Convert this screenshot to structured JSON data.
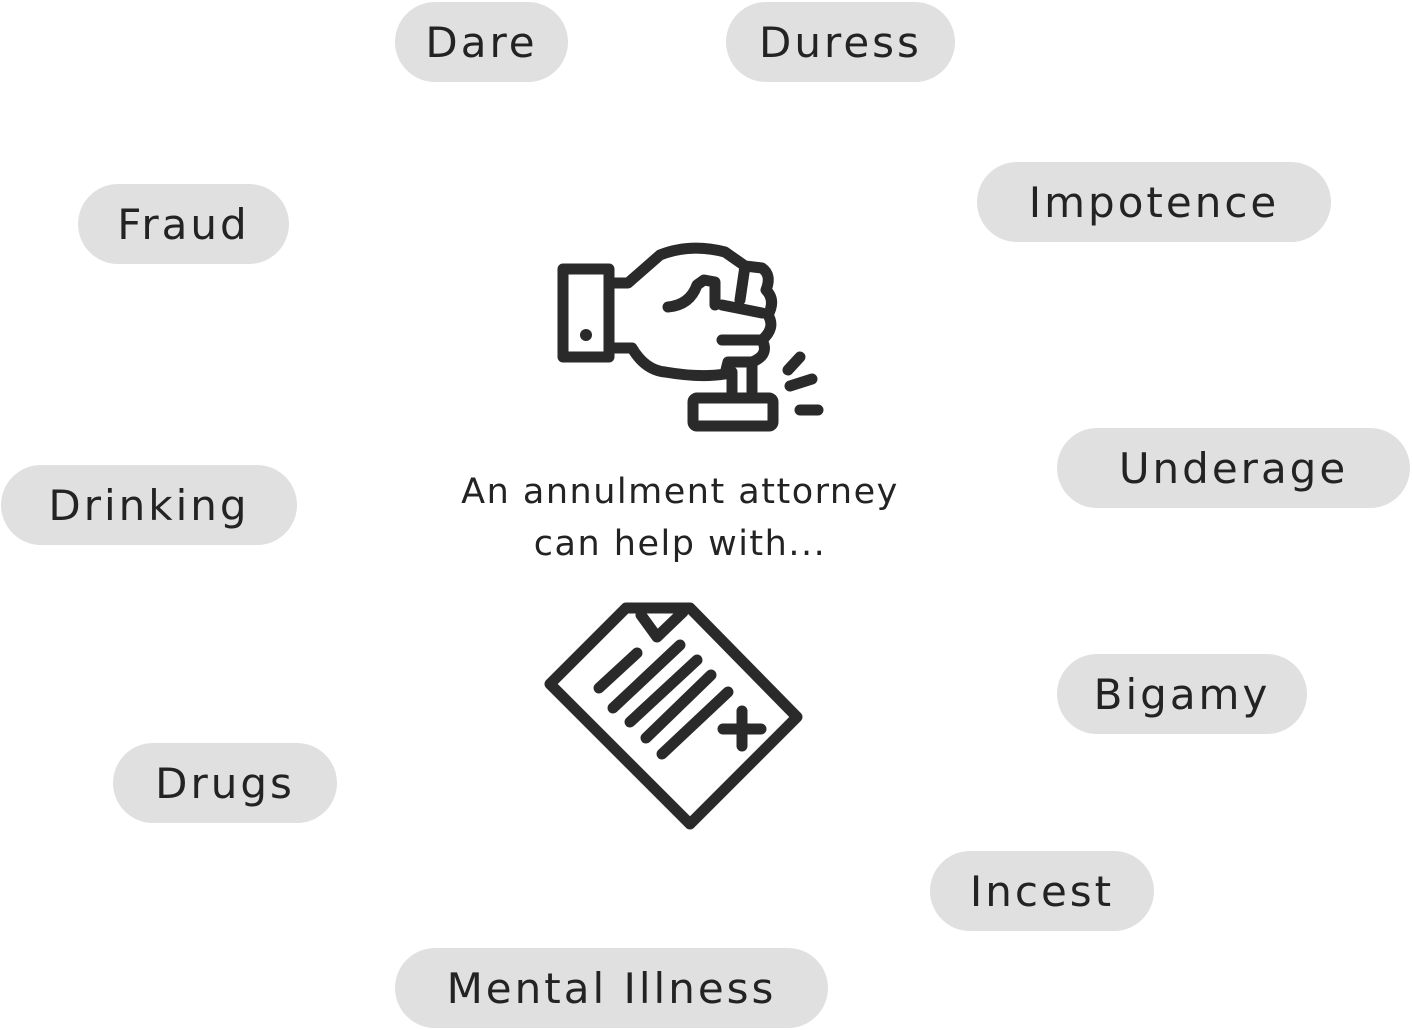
{
  "center": {
    "line1": "An annulment attorney",
    "line2": "can help with..."
  },
  "grounds": [
    "Dare",
    "Duress",
    "Impotence",
    "Fraud",
    "Underage",
    "Drinking",
    "Bigamy",
    "Drugs",
    "Incest",
    "Mental Illness"
  ],
  "colors": {
    "pill": "#e0e0e0",
    "text": "#232323",
    "icon": "#2a2a2a"
  }
}
